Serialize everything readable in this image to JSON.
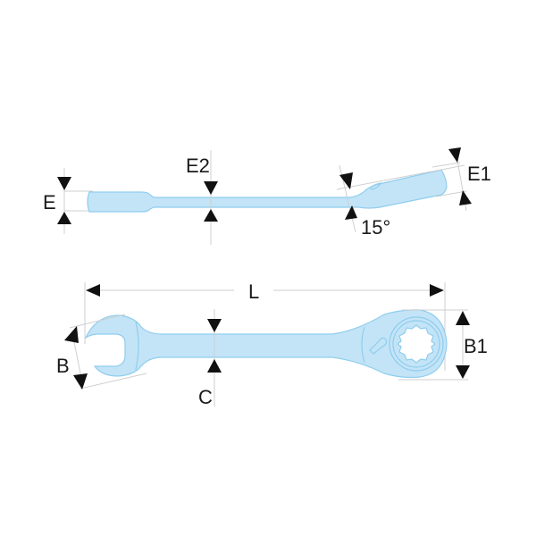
{
  "diagram": {
    "subject": "Ratcheting combination wrench dimension drawing",
    "colors": {
      "wrench_fill": "#c3e4f7",
      "wrench_outline": "#8fcdee",
      "dimension_arrows": "#111111",
      "extension_lines": "#cfcfcf",
      "background": "#ffffff"
    },
    "side_view": {
      "labels": {
        "E": "E",
        "E2": "E2",
        "E1": "E1",
        "angle": "15°"
      }
    },
    "top_view": {
      "labels": {
        "L": "L",
        "B": "B",
        "C": "C",
        "B1": "B1"
      }
    }
  }
}
